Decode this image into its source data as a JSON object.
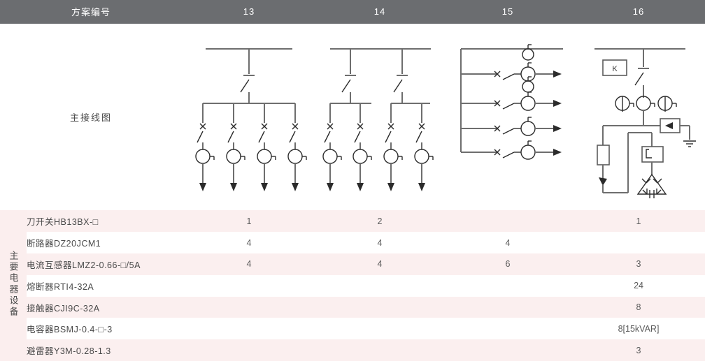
{
  "table": {
    "header": {
      "row_label_header": "方案编号",
      "columns": [
        "13",
        "14",
        "15",
        "16"
      ]
    },
    "diagram_row": {
      "label": "主接线图"
    },
    "group_label": "主要电器设备",
    "rows": [
      {
        "label": "刀开关HB13BX-□",
        "values": [
          "1",
          "2",
          "",
          "1"
        ]
      },
      {
        "label": "断路器DZ20JCM1",
        "values": [
          "4",
          "4",
          "4",
          ""
        ]
      },
      {
        "label": "电流互感器LMZ2-0.66-□/5A",
        "values": [
          "4",
          "4",
          "6",
          "3"
        ]
      },
      {
        "label": "熔断器RTI4-32A",
        "values": [
          "",
          "",
          "",
          "24"
        ]
      },
      {
        "label": "接触器CJI9C-32A",
        "values": [
          "",
          "",
          "",
          "8"
        ]
      },
      {
        "label": "电容器BSMJ-0.4-□-3",
        "values": [
          "",
          "",
          "",
          "8[15kVAR]"
        ]
      },
      {
        "label": "避雷器Y3M-0.28-1.3",
        "values": [
          "",
          "",
          "",
          "3"
        ]
      }
    ]
  },
  "diagrams": {
    "col13": {
      "name": "single-incoming-four-feeder-diagram",
      "description": "母线-刀开关-四回路出线，每路含熔断器、开关、电流互感器"
    },
    "col14": {
      "name": "dual-incoming-four-feeder-diagram",
      "description": "母线-两组刀开关-各带两回路出线"
    },
    "col15": {
      "name": "horizontal-four-feeder-diagram",
      "description": "竖直母线-四回水平出线，含六只电流互感器"
    },
    "col16": {
      "name": "capacitor-compensation-diagram",
      "description": "K柜-刀开关-三只电流互感器-避雷器接地-熔断器与接触器-三角形电容器组",
      "k_label": "K"
    }
  },
  "colors": {
    "header_bg": "#6b6d70",
    "header_text": "#ffffff",
    "row_pink": "#fbefef",
    "row_white": "#ffffff",
    "text": "#4a4a4a",
    "line": "#6e6e6e"
  }
}
